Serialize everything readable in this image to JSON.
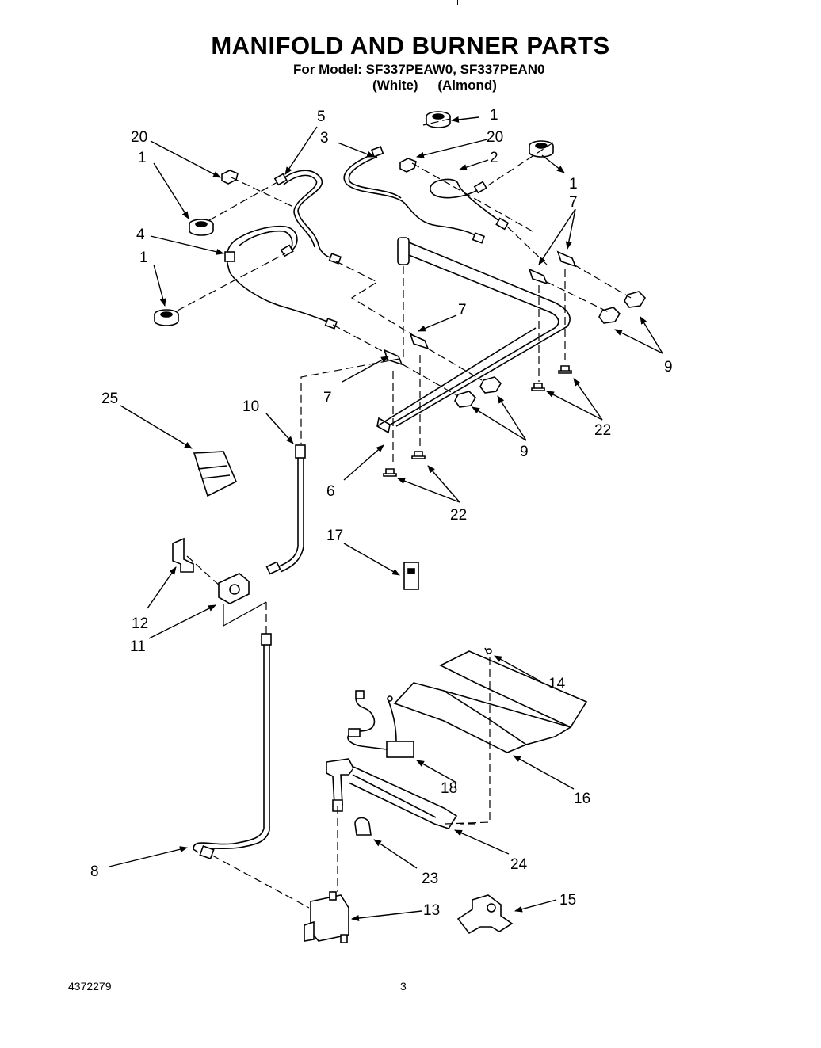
{
  "header": {
    "title": "MANIFOLD AND BURNER PARTS",
    "model_line": "For Model: SF337PEAW0, SF337PEAN0",
    "color_white": "(White)",
    "color_almond": "(Almond)"
  },
  "footer": {
    "document_number": "4372279",
    "page_number": "3"
  },
  "callouts": [
    "1",
    "1",
    "1",
    "1",
    "20",
    "20",
    "5",
    "3",
    "2",
    "4",
    "7",
    "7",
    "7",
    "9",
    "9",
    "22",
    "22",
    "25",
    "10",
    "6",
    "17",
    "12",
    "11",
    "14",
    "16",
    "18",
    "8",
    "23",
    "24",
    "15",
    "13"
  ]
}
